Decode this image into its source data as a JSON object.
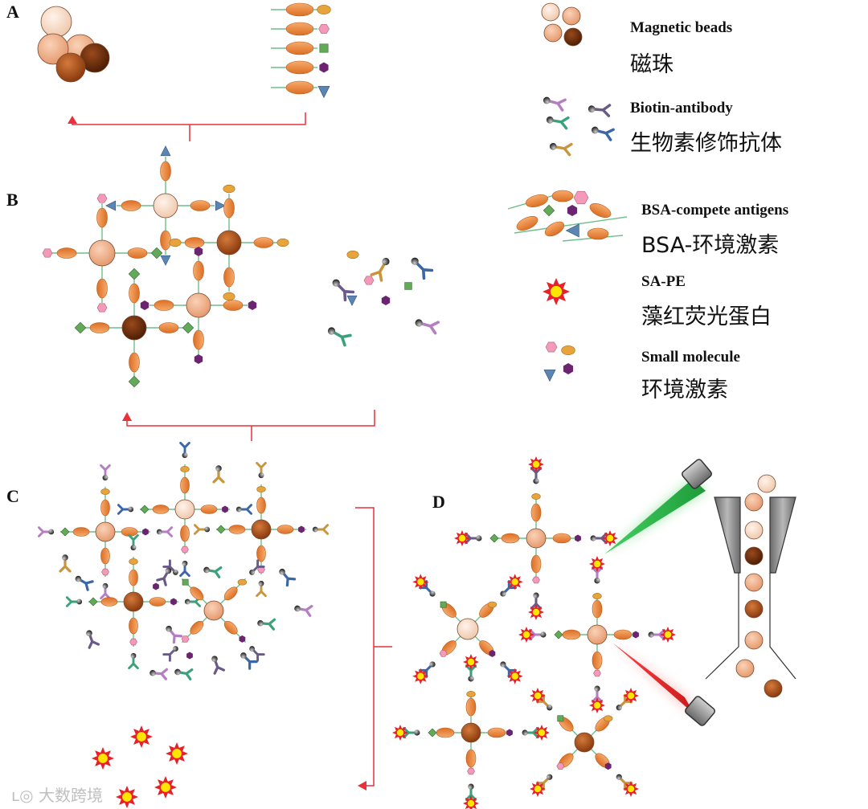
{
  "panels": {
    "a": "A",
    "b": "B",
    "c": "C",
    "d": "D"
  },
  "legend": [
    {
      "en": "Magnetic beads",
      "cn": "磁珠",
      "icon": "magnetic-beads-icon"
    },
    {
      "en": "Biotin-antibody",
      "cn": "生物素修饰抗体",
      "icon": "biotin-antibody-icon"
    },
    {
      "en": "BSA-compete antigens",
      "cn": "BSA-环境激素",
      "icon": "bsa-antigen-icon"
    },
    {
      "en": "SA-PE",
      "cn": "藻红荧光蛋白",
      "icon": "sa-pe-star-icon"
    },
    {
      "en": "Small molecule",
      "cn": "环境激素",
      "icon": "small-molecule-icon"
    }
  ],
  "watermark": "大数跨境",
  "colors": {
    "bead_light": "#f6dcc8",
    "bead_mid": "#f0b48e",
    "bead_dark": "#a24a14",
    "bead_darkest": "#6e2d0a",
    "bsa": "#ee8a3c",
    "linker": "#6fbf8c",
    "arrow": "#e8313b",
    "pink": "#f29ab7",
    "green": "#64a85a",
    "purple": "#6a2470",
    "blue": "#5b86b4",
    "gold": "#e7a33c",
    "ab_purple": "#b67ec2",
    "ab_blue": "#3b66a8",
    "ab_green": "#3aa27a",
    "ab_gold": "#c9943e",
    "ab_violet": "#6a5a8a",
    "star_outer": "#e8202a",
    "star_inner": "#ffe600",
    "laser_green": "#2bb34a",
    "laser_red": "#e8202a",
    "nozzle": "#8a8a8a"
  }
}
